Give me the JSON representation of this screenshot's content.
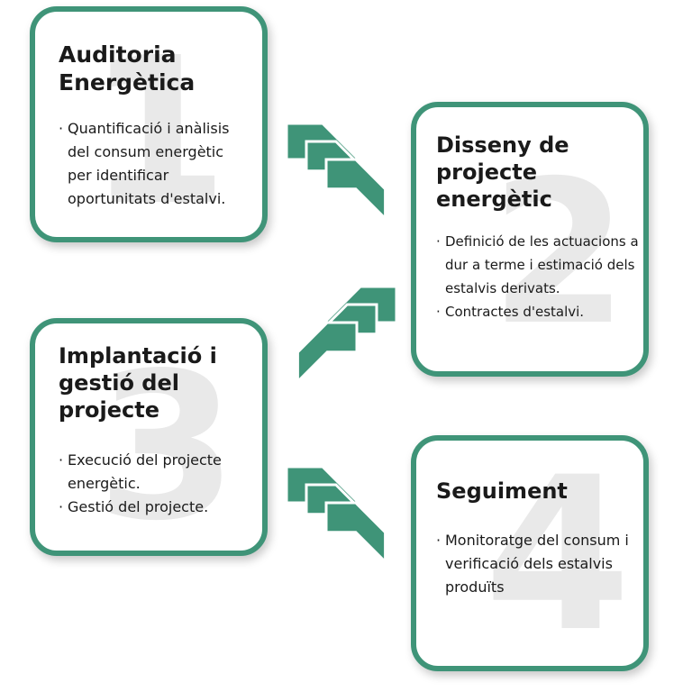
{
  "steps": [
    {
      "number": "1",
      "title_lines": [
        "Auditoria",
        "Energètica"
      ],
      "bullets": [
        "Quantificació i anàlisis del consum energètic per identificar oportunitats d'estalvi."
      ]
    },
    {
      "number": "2",
      "title_lines": [
        "Disseny de",
        "projecte",
        "energètic"
      ],
      "bullets": [
        "Definició de les actuacions a dur a terme i estimació dels estalvis derivats.",
        "Contractes d'estalvi."
      ]
    },
    {
      "number": "3",
      "title_lines": [
        "Implantació i",
        "gestió del",
        "projecte"
      ],
      "bullets": [
        "Execució del projecte energètic.",
        "Gestió del projecte."
      ]
    },
    {
      "number": "4",
      "title_lines": [
        "Seguiment"
      ],
      "bullets": [
        "Monitoratge del consum i verificació dels estalvis produïts"
      ]
    }
  ],
  "bullet_marker": "·",
  "colors": {
    "accent": "#3f9478",
    "big_number": "#e9e9e9"
  },
  "arrows": [
    {
      "from": 1,
      "to": 2,
      "direction": "down-right"
    },
    {
      "from": 2,
      "to": 3,
      "direction": "down-left"
    },
    {
      "from": 3,
      "to": 4,
      "direction": "down-right"
    }
  ]
}
